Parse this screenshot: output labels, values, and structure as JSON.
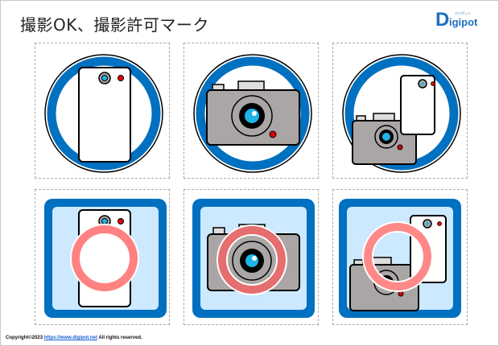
{
  "page": {
    "title": "撮影OK、撮影許可マーク",
    "logo_text": "Digipot",
    "logo_subtext": "デジポット"
  },
  "footer": {
    "copyright_prefix": "Copyright©2023 ",
    "link_text": "https://www.digipot.net",
    "copyright_suffix": " All rights reserved."
  },
  "colors": {
    "blue": "#0070c0",
    "light_blue_bg": "#cce9ff",
    "red_ring": "#ff6b6b",
    "camera_gray": "#aaa6a6",
    "lens_cyan": "#1fb4e8",
    "red_dot": "#e00000"
  },
  "icons": [
    {
      "row": 1,
      "col": 1,
      "name": "smartphone-camera-ok-round-sign"
    },
    {
      "row": 1,
      "col": 2,
      "name": "camera-ok-round-sign"
    },
    {
      "row": 1,
      "col": 3,
      "name": "camera-and-phone-ok-round-sign"
    },
    {
      "row": 2,
      "col": 1,
      "name": "smartphone-camera-ok-square-sign"
    },
    {
      "row": 2,
      "col": 2,
      "name": "camera-ok-square-sign"
    },
    {
      "row": 2,
      "col": 3,
      "name": "camera-and-phone-ok-square-sign"
    }
  ]
}
